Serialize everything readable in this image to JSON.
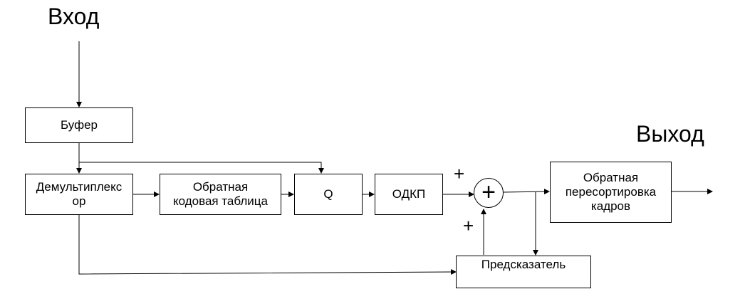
{
  "labels": {
    "input": "Вход",
    "output": "Выход",
    "plus_top": "+",
    "plus_bottom": "+"
  },
  "blocks": {
    "buffer": "Буфер",
    "demux_line1": "Демультиплекс",
    "demux_line2": "ор",
    "codebook_line1": "Обратная",
    "codebook_line2": "кодовая таблица",
    "q": "Q",
    "idct": "ОДКП",
    "sum": "+",
    "reorder_line1": "Обратная",
    "reorder_line2": "пересортировка",
    "reorder_line3": "кадров",
    "predictor": "Предсказатель"
  }
}
